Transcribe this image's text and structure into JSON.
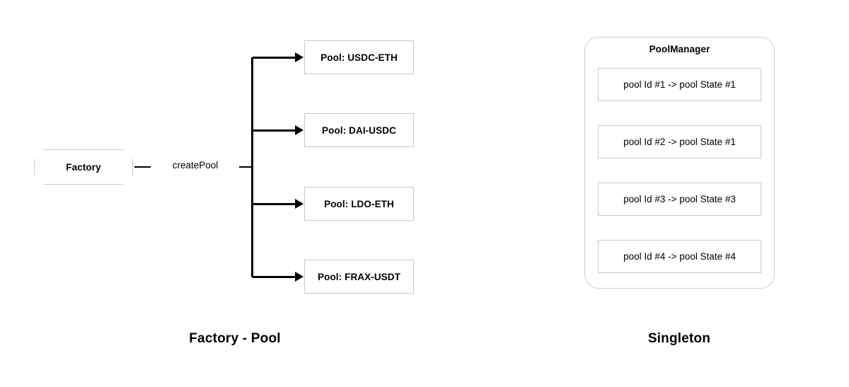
{
  "diagram": {
    "background_color": "#ffffff",
    "line_color": "#000000",
    "box_border_color": "#c9c9c9",
    "text_color": "#000000"
  },
  "left_group": {
    "caption": "Factory - Pool",
    "source_node": {
      "label": "Factory",
      "shape": "octagon"
    },
    "edge_label": "createPool",
    "pools": [
      {
        "label": "Pool: USDC-ETH"
      },
      {
        "label": "Pool: DAI-USDC"
      },
      {
        "label": "Pool: LDO-ETH"
      },
      {
        "label": "Pool: FRAX-USDT"
      }
    ]
  },
  "right_group": {
    "caption": "Singleton",
    "container": {
      "title": "PoolManager",
      "shape": "rounded-rectangle"
    },
    "rows": [
      {
        "label": "pool Id #1 -> pool State #1"
      },
      {
        "label": "pool Id #2 -> pool State #1"
      },
      {
        "label": "pool Id #3 -> pool State #3"
      },
      {
        "label": "pool Id #4 -> pool State #4"
      }
    ]
  }
}
